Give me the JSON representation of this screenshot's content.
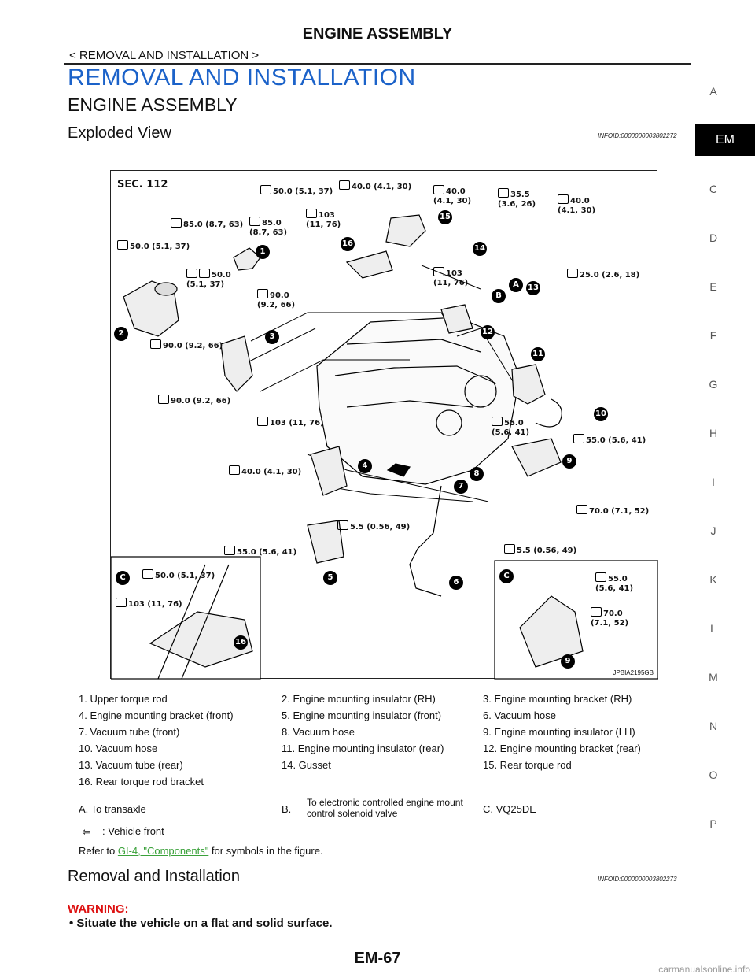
{
  "header": {
    "title": "ENGINE ASSEMBLY",
    "breadcrumb": "< REMOVAL AND INSTALLATION >"
  },
  "section_title": "REMOVAL AND INSTALLATION",
  "subsection_title": "ENGINE ASSEMBLY",
  "exploded": {
    "heading": "Exploded View",
    "infoid": "INFOID:0000000003802272"
  },
  "side_index": {
    "items": [
      "A",
      "C",
      "D",
      "E",
      "F",
      "G",
      "H",
      "I",
      "J",
      "K",
      "L",
      "M",
      "N",
      "O",
      "P"
    ],
    "active": "EM"
  },
  "figure": {
    "sec_label": "SEC. 112",
    "figure_id": "JPBIA2195GB",
    "torques": [
      "50.0 (5.1, 37)",
      "40.0 (4.1, 30)",
      "40.0\n(4.1, 30)",
      "35.5\n(3.6, 26)",
      "40.0\n(4.1, 30)",
      "85.0 (8.7, 63)",
      "85.0\n(8.7, 63)",
      "103\n(11, 76)",
      "50.0 (5.1, 37)",
      "50.0\n(5.1, 37)",
      "90.0\n(9.2, 66)",
      "103\n(11, 76)",
      "25.0 (2.6, 18)",
      "90.0 (9.2, 66)",
      "90.0 (9.2, 66)",
      "55.0\n(5.6, 41)",
      "55.0 (5.6, 41)",
      "103 (11, 76)",
      "40.0 (4.1, 30)",
      "70.0 (7.1, 52)",
      "5.5 (0.56, 49)",
      "55.0 (5.6, 41)",
      "5.5 (0.56, 49)",
      "50.0 (5.1, 37)",
      "103 (11, 76)",
      "55.0\n(5.6, 41)",
      "70.0\n(7.1, 52)"
    ],
    "callouts": [
      "1",
      "2",
      "3",
      "4",
      "5",
      "6",
      "7",
      "8",
      "9",
      "10",
      "11",
      "12",
      "13",
      "14",
      "15",
      "16",
      "16",
      "9"
    ],
    "letters": [
      "A",
      "B",
      "C",
      "C"
    ]
  },
  "legend": {
    "rows": [
      [
        "1. Upper torque rod",
        "2. Engine mounting insulator (RH)",
        "3. Engine mounting bracket (RH)"
      ],
      [
        "4. Engine mounting bracket (front)",
        "5. Engine mounting insulator (front)",
        "6. Vacuum hose"
      ],
      [
        "7. Vacuum tube (front)",
        "8. Vacuum hose",
        "9. Engine mounting insulator (LH)"
      ],
      [
        "10. Vacuum hose",
        "11. Engine mounting insulator (rear)",
        "12. Engine mounting bracket (rear)"
      ],
      [
        "13. Vacuum tube (rear)",
        "14. Gusset",
        "15. Rear torque rod"
      ],
      [
        "16. Rear torque rod bracket",
        "",
        ""
      ]
    ],
    "letter_a": "A. To transaxle",
    "letter_b_key": "B.",
    "letter_b_text": "To electronic controlled engine mount control solenoid valve",
    "letter_c": "C. VQ25DE",
    "vehicle_front": ": Vehicle front",
    "refer_prefix": "Refer to ",
    "refer_link": "GI-4, \"Components\"",
    "refer_suffix": " for symbols in the figure."
  },
  "removal": {
    "heading": "Removal and Installation",
    "infoid": "INFOID:0000000003802273"
  },
  "warning": {
    "label": "WARNING:",
    "item": "Situate the vehicle on a flat and solid surface."
  },
  "page_number": "EM-67",
  "watermark": "carmanualsonline.info"
}
